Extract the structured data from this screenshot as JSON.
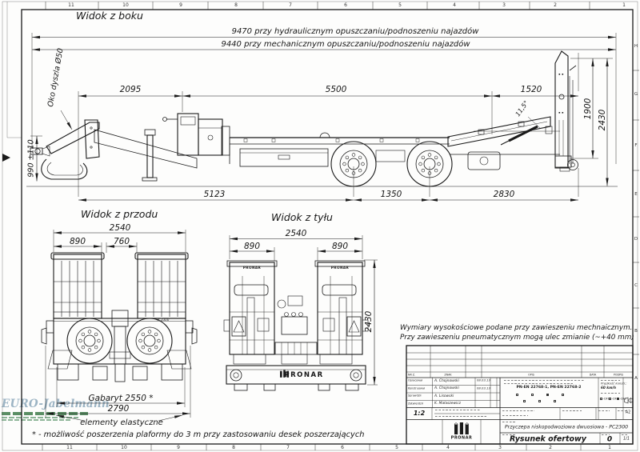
{
  "drawing": {
    "side_view": {
      "title": "Widok z boku",
      "overall_hydraulic": "9470 przy hydraulicznym opuszczaniu/podnoszeniu najazdów",
      "overall_mechanical": "9440 przy mechanicznym opuszczaniu/podnoszeniu najazdów",
      "dim_front": "2095",
      "dim_platform": "5500",
      "dim_rear": "1520",
      "dim_ramp_height": "1900",
      "dim_total_height": "2430",
      "dim_eye_height": "990 ±110",
      "drawbar_eye_label": "Oko dyszla Ø50",
      "ramp_angle": "11,5°",
      "dim_eye_to_axle": "5123",
      "dim_axle_spacing": "1350",
      "dim_axle_to_rear": "2830"
    },
    "front_view": {
      "title": "Widok z przodu",
      "dim_overall": "2540",
      "dim_ramp": "890",
      "dim_gap": "760",
      "model_marking": "PC2300",
      "dim_gabaryt": "Gabaryt 2550 *",
      "dim_with_flex": "2790",
      "flex_label": "elementy elastyczne"
    },
    "rear_view": {
      "title": "Widok z tyłu",
      "dim_overall": "2540",
      "dim_ramp_left": "890",
      "dim_ramp_right": "890",
      "dim_height": "2430",
      "ramp_brand": "PRONAR",
      "bumper_brand": "PRONAR"
    },
    "notes": {
      "suspension_1": "Wymiary wysokościowe podane przy zawieszeniu mechnaicznym.",
      "suspension_2": "Przy zawieszeniu pneumatycznym mogą ulec zmianie (~+40 mm)",
      "footnote": "* - możliwość poszerzenia plaformy do 3 m przy zastosowaniu desek poszerzających"
    }
  },
  "title_block": {
    "rev_headers": {
      "nr": "NR Z.",
      "znak": "ZNAK",
      "opis": "OPIS",
      "data": "DATA",
      "podpis": "PODPIS"
    },
    "people": [
      {
        "role": "Opracował",
        "name": "A. Chojnowski",
        "date": "08.03.13"
      },
      {
        "role": "Konstruował",
        "name": "A. Chojnowski",
        "date": "08.03.13"
      },
      {
        "role": "Sprawdził",
        "name": "A. Lisowski",
        "date": ""
      },
      {
        "role": "Zatwierdził",
        "name": "K. Małaszewicz",
        "date": ""
      }
    ],
    "norms": "PN-EN 22768-1, PN-EN 22768-2",
    "speed_label": "Prędkość konstr.:",
    "speed_value": "60 km/h",
    "options": [
      "-DF1",
      "-DF2",
      "-DF3"
    ],
    "scale": "1:2",
    "format": "A2",
    "brand": "PRONAR",
    "product_title": "Przyczepa niskopodwoziowa dwuosiowa - PC2300",
    "document_type": "Rysunek ofertowy",
    "revision": "0",
    "sheet": "1/1"
  },
  "frame": {
    "top_numbers": [
      "11",
      "10",
      "9",
      "8",
      "7",
      "6",
      "5",
      "4",
      "3",
      "2",
      "1"
    ],
    "bottom_numbers": [
      "11",
      "10",
      "9",
      "8",
      "7",
      "6",
      "5",
      "4",
      "3",
      "2",
      "1"
    ],
    "right_letters": [
      "H",
      "G",
      "F",
      "E",
      "D",
      "C",
      "B",
      "A"
    ]
  },
  "watermark": {
    "brand": "EURO-Jabelmann"
  }
}
